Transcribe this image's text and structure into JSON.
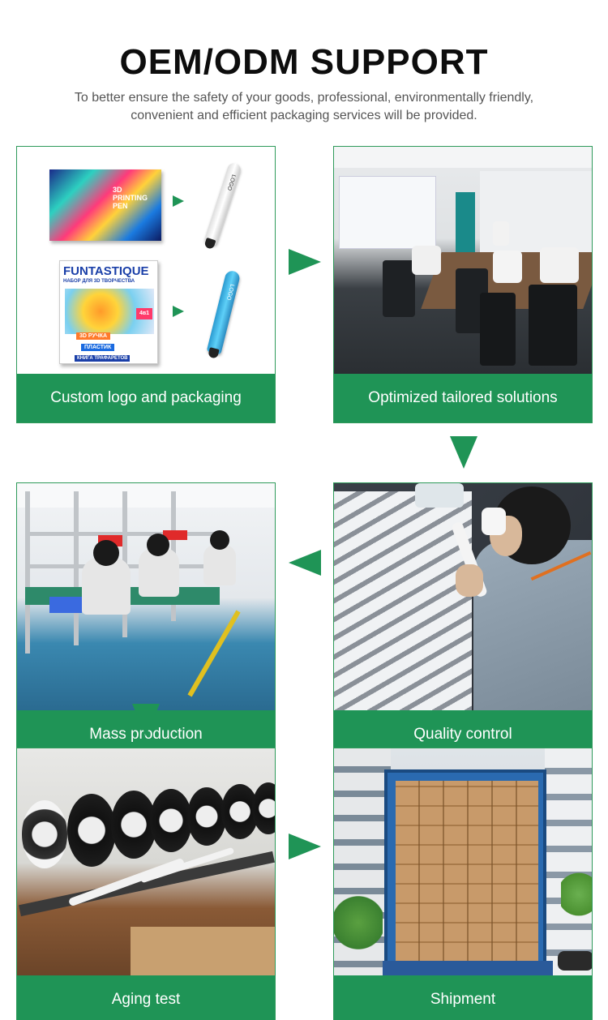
{
  "header": {
    "title": "OEM/ODM SUPPORT",
    "subtitle": "To better ensure the safety of your goods, professional, environmentally friendly, convenient and efficient packaging services will be provided."
  },
  "cards": [
    {
      "label": "Custom logo and packaging"
    },
    {
      "label": "Optimized tailored solutions"
    },
    {
      "label": "Quality control"
    },
    {
      "label": "Mass production"
    },
    {
      "label": "Aging test"
    },
    {
      "label": "Shipment"
    }
  ],
  "packaging": {
    "box1_text": "3D PRINTING PEN",
    "box2_brand": "FUNTASTIQUE",
    "box2_sub": "НАБОР ДЛЯ 3D ТВОРЧЕСТВА",
    "box2_badge": "4в1",
    "box2_line1": "3D РУЧКА",
    "box2_line2": "ПЛАСТИК",
    "box2_line3": "КНИГА ТРАФАРЕТОВ",
    "pen_logo": "LOGO"
  },
  "colors": {
    "accent": "#1f9456",
    "border": "#2e9a5a"
  }
}
